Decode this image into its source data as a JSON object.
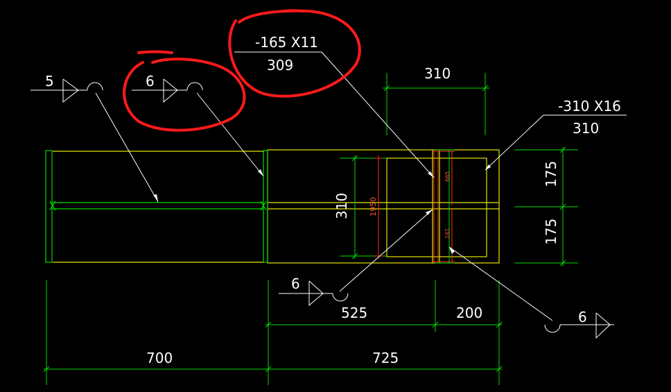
{
  "colors": {
    "background": "#000000",
    "outline": "#e6e600",
    "dimension": "#00dd00",
    "leader": "#ffffff",
    "detail": "#ff3020",
    "annotation_circle": "#ff1a1a"
  },
  "annotations": {
    "plate_top": {
      "label": "-165 X11",
      "value": "309"
    },
    "plate_right": {
      "label": "-310 X16",
      "value": "310"
    },
    "weld_left_1": "5",
    "weld_left_2": "6",
    "weld_bottom": "6",
    "weld_right": "6"
  },
  "dimensions": {
    "top_width": "310",
    "right_upper": "175",
    "right_lower": "175",
    "center_height": "310",
    "inner_height": "1950",
    "small_upper": "665",
    "small_lower": "161",
    "middle_span": "525",
    "right_span": "200",
    "bottom_left": "700",
    "bottom_right": "725"
  }
}
